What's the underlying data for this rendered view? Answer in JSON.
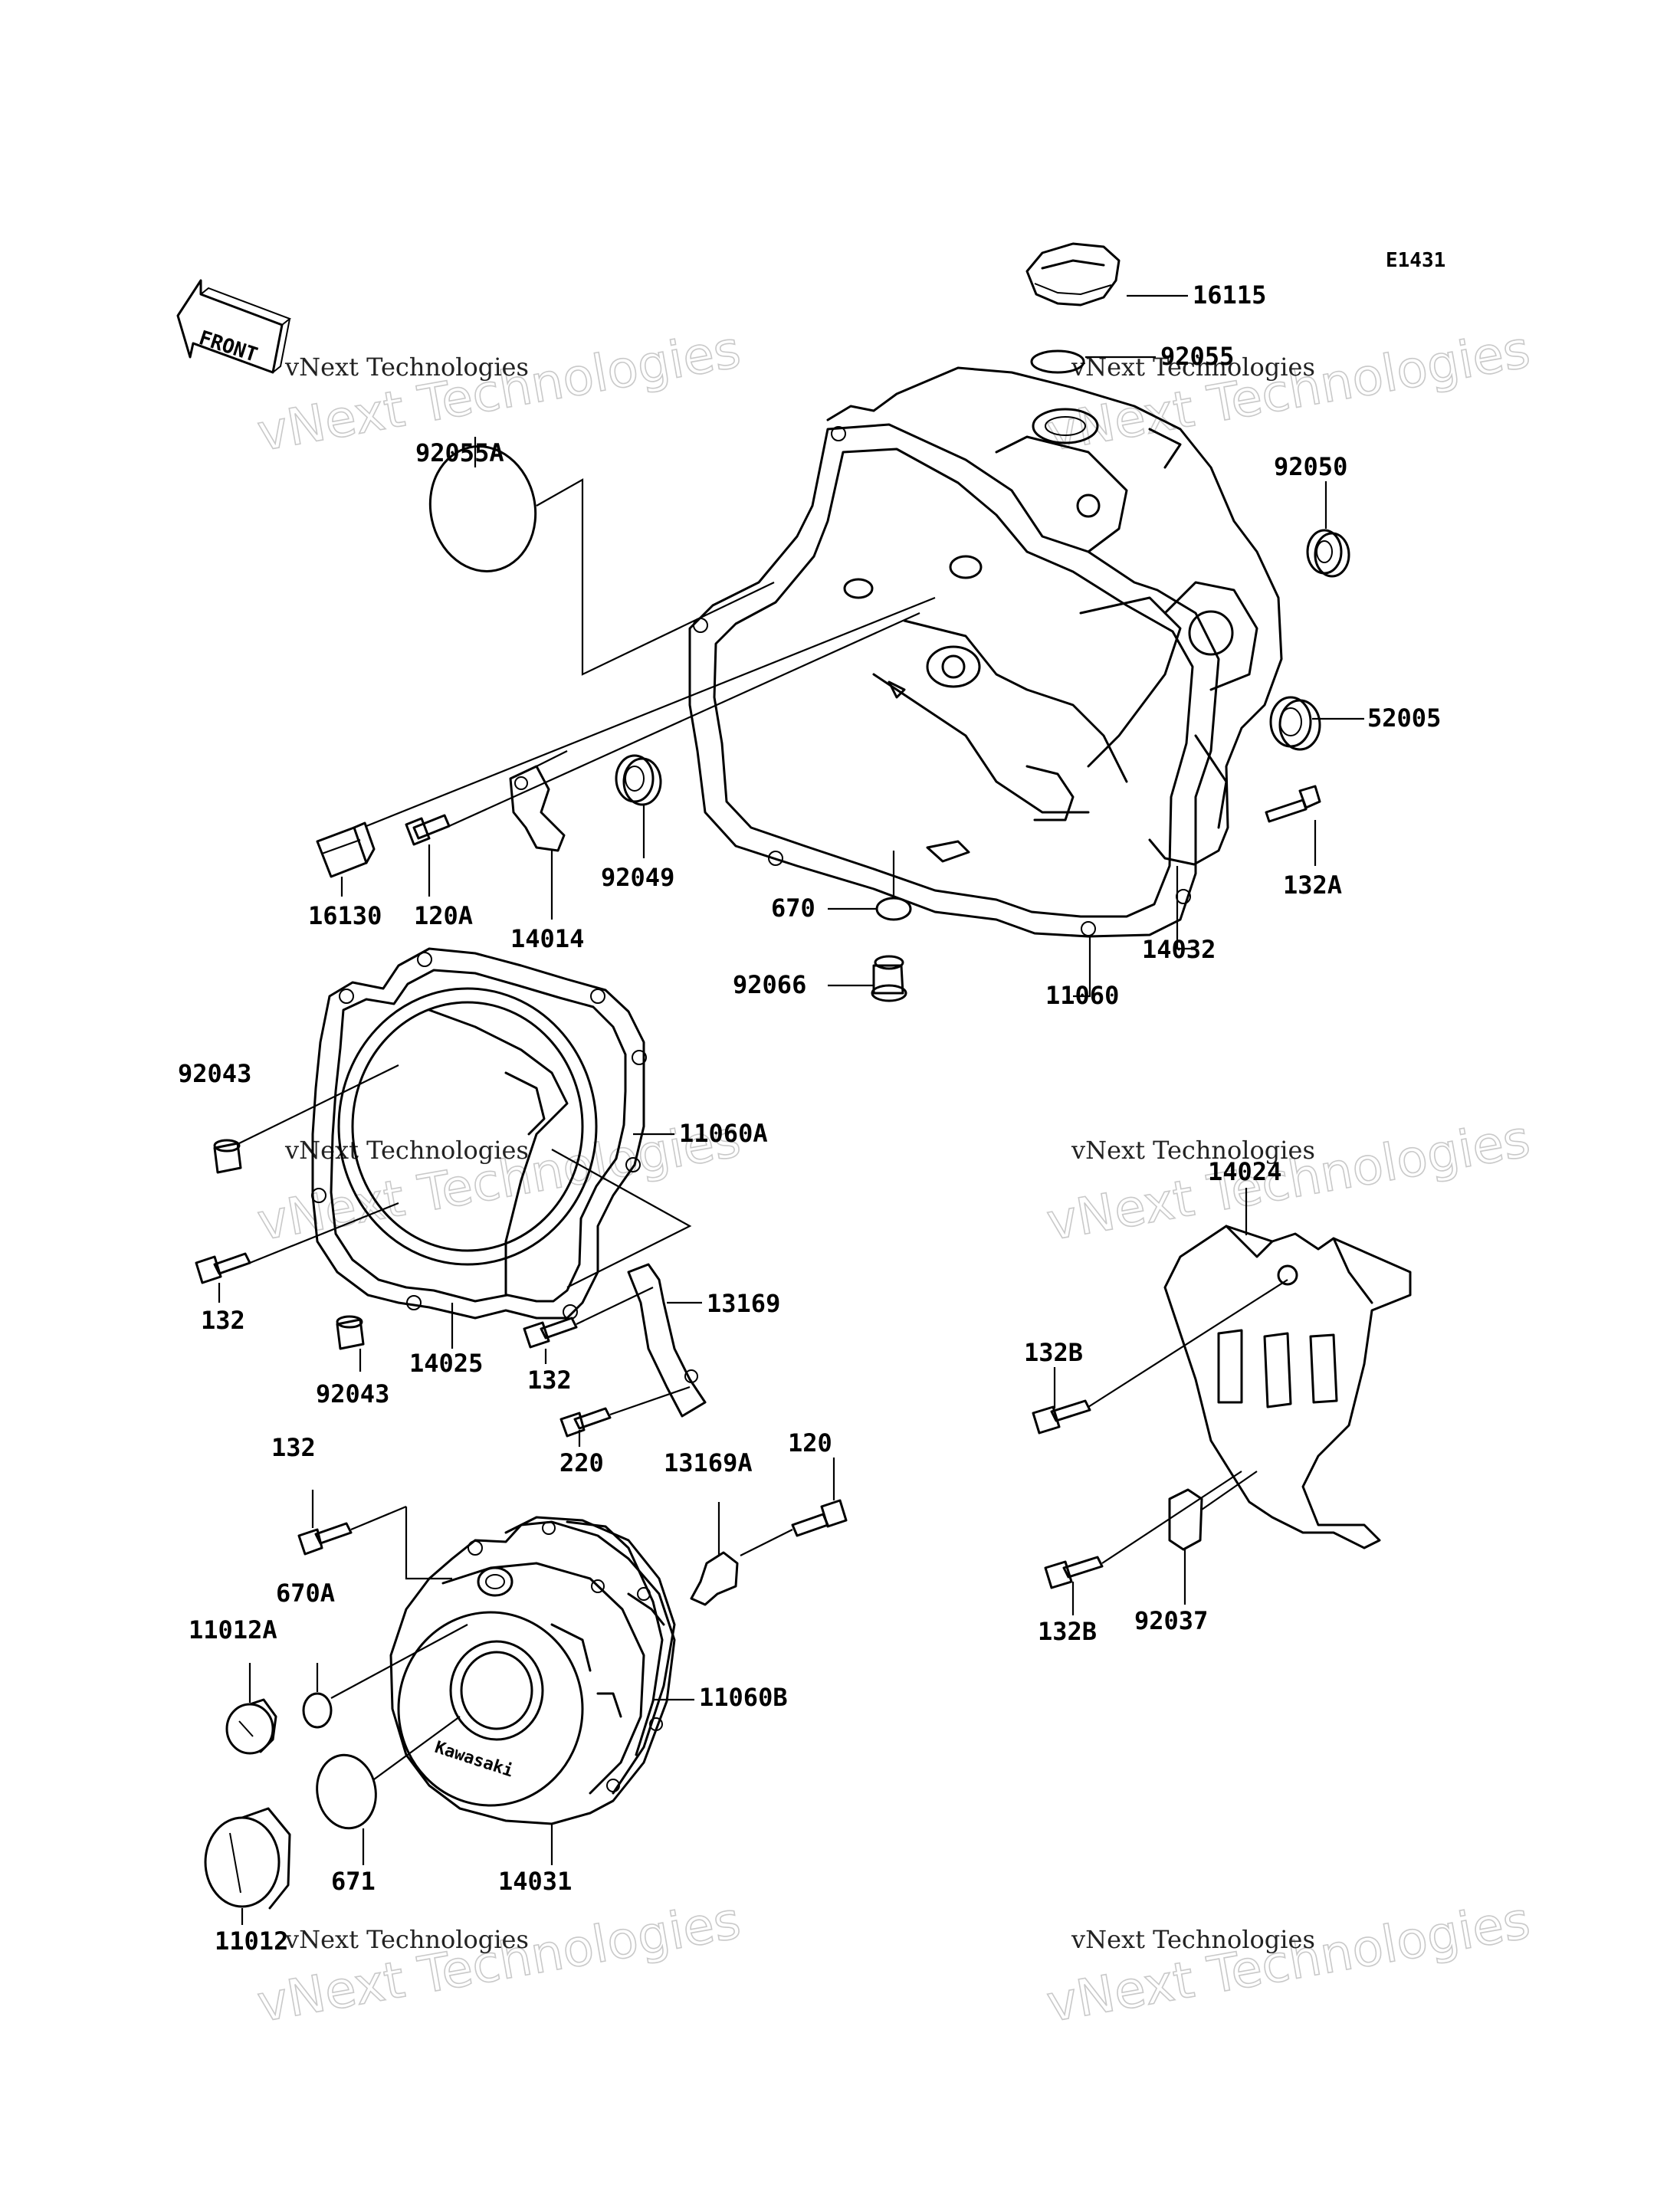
{
  "diagram_code": "E1431",
  "direction_arrow": {
    "text": "FRONT"
  },
  "watermarks": [
    {
      "line1": "vNext Technologies",
      "line2": "vNext Technologies"
    },
    {
      "line1": "vNext Technologies",
      "line2": "vNext Technologies"
    },
    {
      "line1": "vNext Technologies",
      "line2": "vNext Technologies"
    },
    {
      "line1": "vNext Technologies",
      "line2": "vNext Technologies"
    },
    {
      "line1": "vNext Technologies",
      "line2": "vNext Technologies"
    },
    {
      "line1": "vNext Technologies",
      "line2": "vNext Technologies"
    }
  ],
  "part_labels": [
    "16115",
    "92055",
    "92055A",
    "92050",
    "52005",
    "132A",
    "16130",
    "120A",
    "14014",
    "92049",
    "670",
    "14032",
    "92066",
    "11060",
    "92043",
    "11060A",
    "132",
    "14025",
    "92043",
    "13169",
    "132",
    "220",
    "14024",
    "132B",
    "120",
    "132",
    "13169A",
    "670A",
    "11012A",
    "11060B",
    "132B",
    "92037",
    "671",
    "14031",
    "11012"
  ]
}
